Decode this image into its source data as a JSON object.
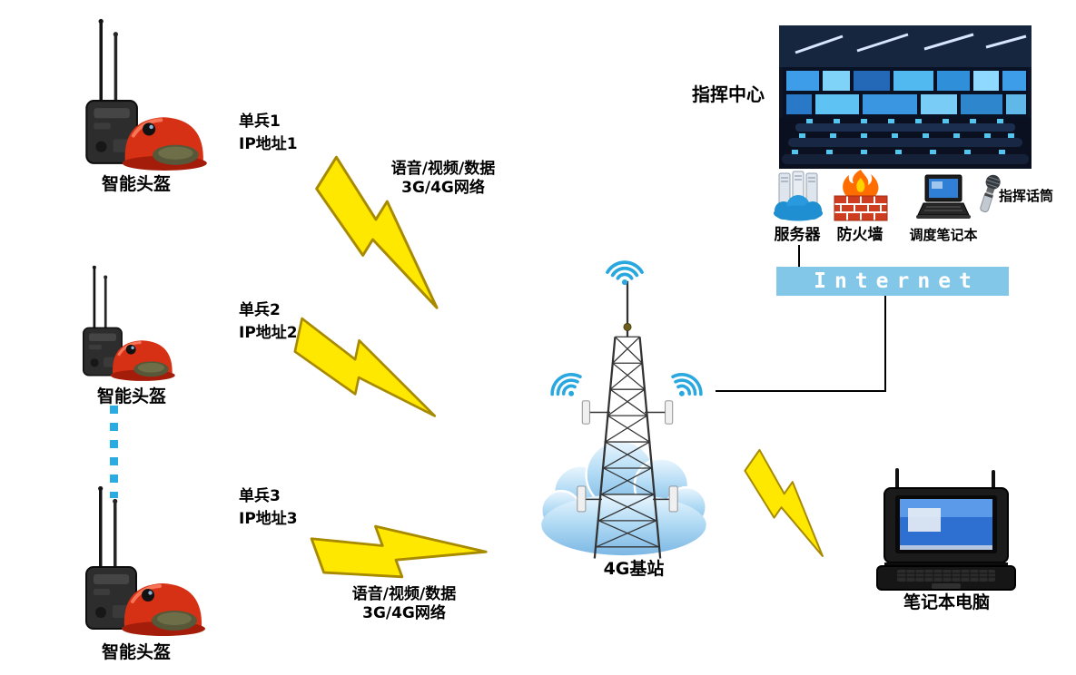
{
  "units": [
    {
      "name": "单兵1",
      "ip": "IP地址1",
      "device_label": "智能头盔"
    },
    {
      "name": "单兵2",
      "ip": "IP地址2",
      "device_label": "智能头盔"
    },
    {
      "name": "单兵3",
      "ip": "IP地址3",
      "device_label": "智能头盔"
    }
  ],
  "radio_links": {
    "top": {
      "line1": "语音/视频/数据",
      "line2": "3G/4G网络"
    },
    "bottom": {
      "line1": "语音/视频/数据",
      "line2": "3G/4G网络"
    }
  },
  "base_station": {
    "label": "4G基站"
  },
  "command_center": {
    "label": "指挥中心"
  },
  "infrastructure": {
    "server": "服务器",
    "firewall": "防火墙",
    "dispatch_laptop": "调度笔记本",
    "command_mic": "指挥话筒"
  },
  "internet": {
    "label": "Internet"
  },
  "field_laptop": {
    "label": "笔记本电脑"
  },
  "icons": {
    "helmet_unit": "smart-helmet-icon",
    "antenna": "antenna-icon",
    "lightning": "lightning-bolt-icon",
    "tower": "cell-tower-icon",
    "cloud": "cloud-icon",
    "wifi": "wifi-signal-icon",
    "server": "server-cloud-icon",
    "firewall": "firewall-icon",
    "dispatch_laptop": "laptop-icon",
    "microphone": "microphone-icon",
    "control_room": "control-room-photo",
    "rugged_laptop": "rugged-laptop-icon",
    "ellipsis": "more-units-ellipsis"
  },
  "colors": {
    "lightning": "#FFE800",
    "internet_bar": "#82C6E8",
    "ellipsis_dots": "#2AACE2",
    "cloud": "#A9D6F2",
    "wifi": "#29A8E0"
  }
}
